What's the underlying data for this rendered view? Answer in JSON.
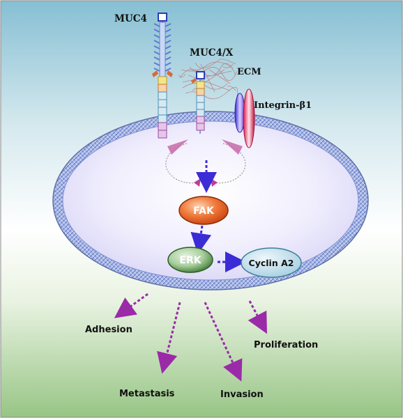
{
  "diagram": {
    "receptors": {
      "muc4": "MUC4",
      "muc4x": "MUC4/X",
      "ecm": "ECM",
      "integrin": "Integrin-β1"
    },
    "nodes": {
      "fak": "FAK",
      "erk": "ERK",
      "cyclin": "Cyclin A2"
    },
    "outcomes": {
      "adhesion": "Adhesion",
      "proliferation": "Proliferation",
      "metastasis": "Metastasis",
      "invasion": "Invasion"
    },
    "colors": {
      "bg_top": "#8fc3d6",
      "bg_bottom": "#9bc989",
      "cell": "#e6e3fb",
      "membrane": "#7b8ed4",
      "fak": "#e7551f",
      "erk": "#3f7a36",
      "cyclin": "#b7d8e8",
      "arrow": "#9a2aa8",
      "arrow_blue": "#3b2cd6"
    }
  }
}
